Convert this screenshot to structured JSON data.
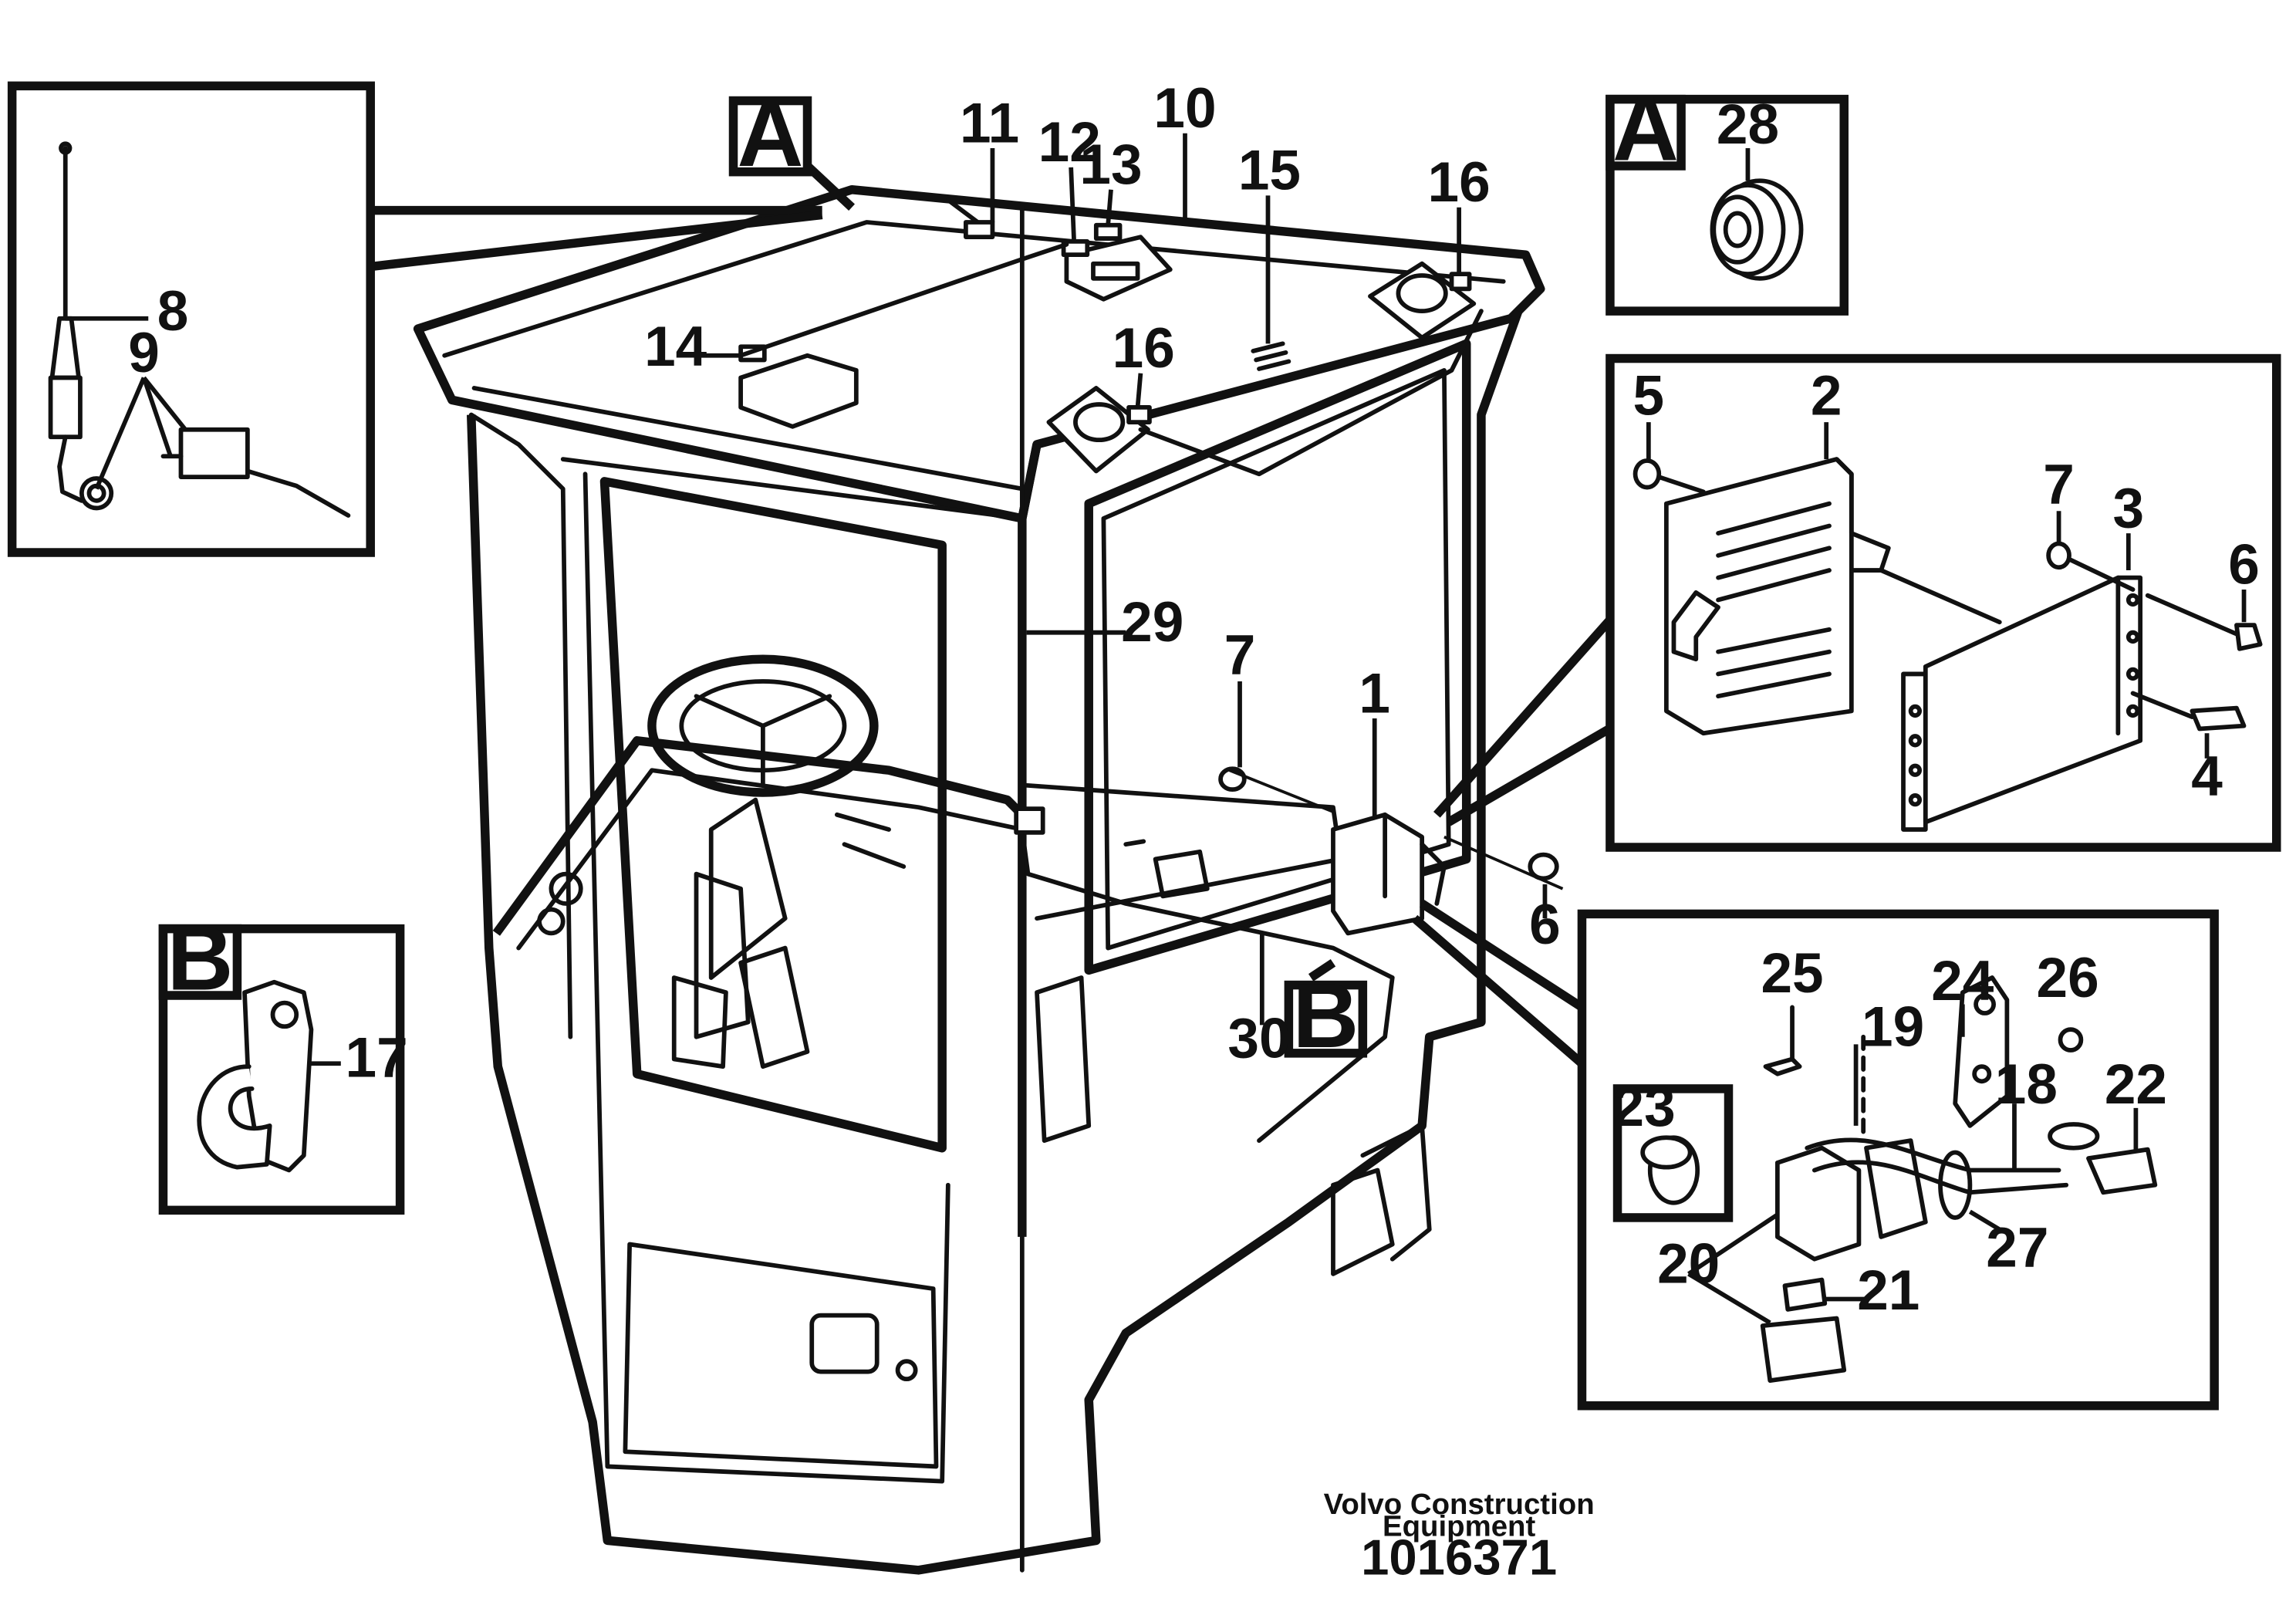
{
  "document": {
    "credit_line1": "Volvo Construction",
    "credit_line2": "Equipment",
    "reference": "1016371"
  },
  "detail_views": {
    "a_top_left": "A",
    "a_top_right": "A",
    "b_left": "B",
    "b_center": "B"
  },
  "part_callouts": [
    "1",
    "2",
    "3",
    "4",
    "5",
    "6",
    "6",
    "7",
    "7",
    "8",
    "9",
    "10",
    "11",
    "12",
    "13",
    "14",
    "15",
    "16",
    "16",
    "17",
    "18",
    "19",
    "20",
    "21",
    "22",
    "23",
    "24",
    "25",
    "26",
    "27",
    "28",
    "29",
    "30"
  ]
}
